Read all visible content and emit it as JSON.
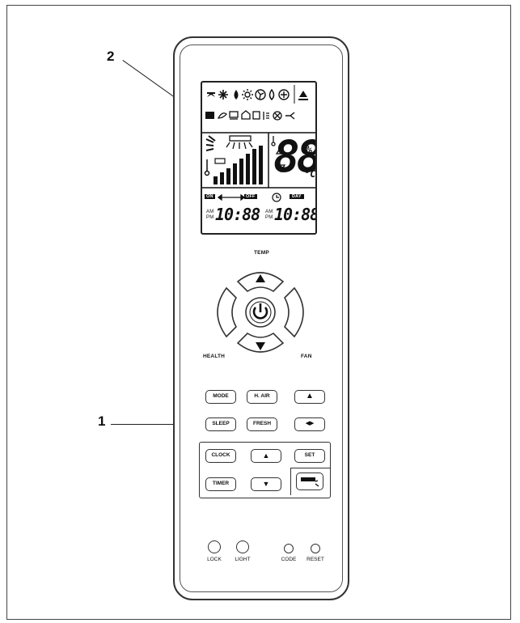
{
  "callouts": [
    {
      "id": "1",
      "label": "1"
    },
    {
      "id": "2",
      "label": "2"
    }
  ],
  "remote": {
    "lcd": {
      "top_icons": [
        "turbo-icon",
        "snowflake-icon",
        "drop-icon",
        "sun-icon",
        "fan-icon",
        "humidity-icon",
        "sleep-icon",
        "arrow-up-icon"
      ],
      "second_icons": [
        "sleep-icon",
        "health-icon",
        "fresh-icon",
        "home-icon",
        "filter-icon",
        "ion-icon",
        "power-icon",
        "swing-icon"
      ],
      "digits": "88",
      "units": [
        "%",
        "°C"
      ],
      "timer_on_label": "ON",
      "timer_off_label": "OFF",
      "day_label": "DAY",
      "am_label": "AM",
      "pm_label": "PM",
      "time_left": "10:88",
      "time_right": "10:88"
    },
    "dpad": {
      "temp_label": "TEMP",
      "health_label": "HEALTH",
      "fan_label": "FAN"
    },
    "buttons": {
      "mode": "MODE",
      "h_air": "H. AIR",
      "sleep": "SLEEP",
      "fresh": "FRESH",
      "clock": "CLOCK",
      "set": "SET",
      "timer": "TIMER"
    },
    "bottom": {
      "lock": "LOCK",
      "light": "LIGHT",
      "code": "CODE",
      "reset": "RESET"
    }
  }
}
